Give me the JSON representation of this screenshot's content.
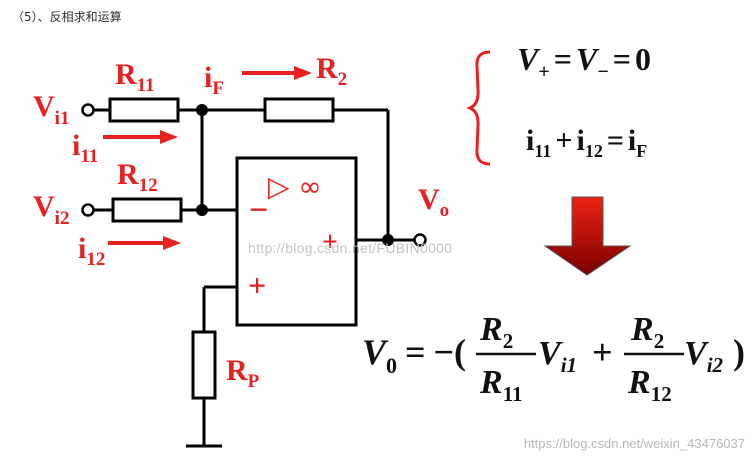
{
  "caption": "（5）、反相求和运算",
  "colors": {
    "wire": "#000000",
    "label": "#e8201f",
    "arrow_top": "#e81b0e",
    "arrow_bottom": "#8a0000"
  },
  "labels": {
    "vi1_main": "V",
    "vi1_sub": "i1",
    "vi2_main": "V",
    "vi2_sub": "i2",
    "i11_main": "i",
    "i11_sub": "11",
    "i12_main": "i",
    "i12_sub": "12",
    "iF_main": "i",
    "iF_sub": "F",
    "r11_main": "R",
    "r11_sub": "11",
    "r12_main": "R",
    "r12_sub": "12",
    "r2_main": "R",
    "r2_sub": "2",
    "rp_main": "R",
    "rp_sub": "P",
    "vo_main": "V",
    "vo_sub": "o",
    "minus": "−",
    "plus_in": "+",
    "plus_out": "+",
    "amp_symbol": "▷ ∞"
  },
  "equations": {
    "eq1": {
      "v": "V",
      "plus_sub": "+",
      "eq": "=",
      "minus_sub": "−",
      "eq2": "=",
      "zero": "0"
    },
    "eq2": {
      "i": "i",
      "s11": "11",
      "plus": "+",
      "s12": "12",
      "eq": "=",
      "sF": "F"
    },
    "result": {
      "v0": "V",
      "v0_sub": "0",
      "eq": "=",
      "neg_open": "−(",
      "r2a": "R",
      "r2a_sub": "2",
      "r11": "R",
      "r11_sub": "11",
      "vi1": "V",
      "vi1_sub": "i1",
      "plus": "+",
      "r2b": "R",
      "r2b_sub": "2",
      "r12": "R",
      "r12_sub": "12",
      "vi2": "V",
      "vi2_sub": "i2",
      "close": ")"
    }
  },
  "watermarks": {
    "center": "http://blog.csdn.net/FUBIN0000",
    "corner": "https://blog.csdn.net/weixin_43476037"
  }
}
